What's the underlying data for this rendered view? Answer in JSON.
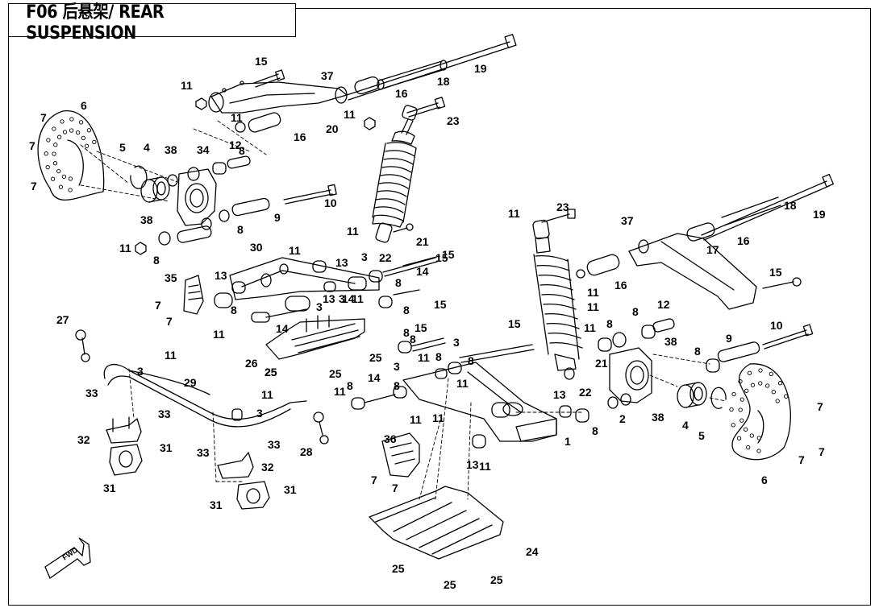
{
  "title": "F06 后悬架/ REAR SUSPENSION",
  "fwd_label": "FWD",
  "callouts": [
    "1",
    "2",
    "3",
    "3",
    "3",
    "3",
    "3",
    "3",
    "3",
    "4",
    "4",
    "5",
    "5",
    "6",
    "6",
    "7",
    "7",
    "7",
    "7",
    "7",
    "7",
    "7",
    "7",
    "7",
    "7",
    "8",
    "8",
    "8",
    "8",
    "8",
    "8",
    "8",
    "8",
    "8",
    "8",
    "8",
    "8",
    "8",
    "8",
    "8",
    "8",
    "9",
    "9",
    "10",
    "10",
    "11",
    "11",
    "11",
    "11",
    "11",
    "11",
    "11",
    "11",
    "11",
    "11",
    "11",
    "11",
    "11",
    "11",
    "11",
    "11",
    "11",
    "11",
    "11",
    "11",
    "12",
    "12",
    "13",
    "13",
    "13",
    "13",
    "13",
    "14",
    "14",
    "14",
    "14",
    "15",
    "15",
    "15",
    "15",
    "15",
    "15",
    "15",
    "16",
    "16",
    "16",
    "16",
    "17",
    "18",
    "18",
    "19",
    "19",
    "20",
    "21",
    "21",
    "22",
    "22",
    "23",
    "23",
    "24",
    "25",
    "25",
    "25",
    "25",
    "25",
    "25",
    "25",
    "26",
    "27",
    "28",
    "29",
    "30",
    "31",
    "31",
    "31",
    "31",
    "32",
    "32",
    "33",
    "33",
    "33",
    "33",
    "34",
    "35",
    "36",
    "37",
    "37",
    "38",
    "38",
    "38",
    "38"
  ]
}
